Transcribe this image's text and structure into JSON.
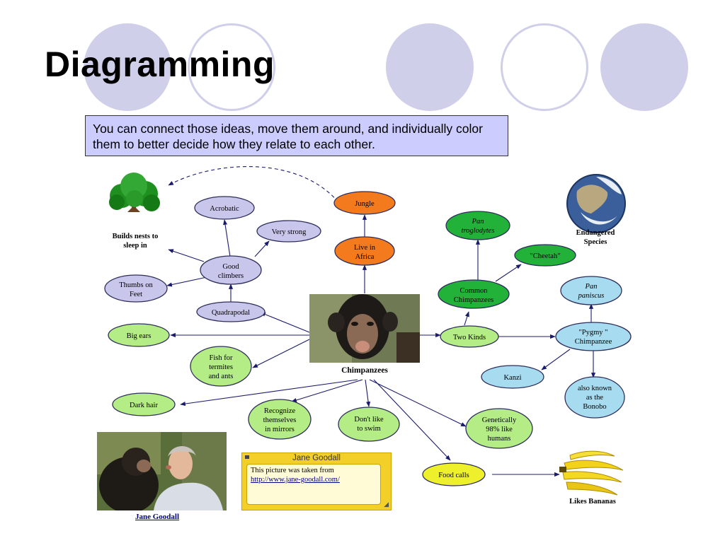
{
  "title": "Diagramming",
  "callout": "You can connect those ideas, move them around, and individually color them to better decide how they relate to each other.",
  "colors": {
    "deco_circle": "#cfcfea",
    "lavender_node": "#c9c6ec",
    "orange_node": "#f47a1e",
    "green_node": "#22b23a",
    "light_green_node": "#b4ec86",
    "light_blue_node": "#a7dbef",
    "yellow_node": "#eef02c",
    "callout_bg": "#ccccff",
    "note_bg": "#f2cf29",
    "arrow": "#1b1b6e"
  },
  "diagram": {
    "center": {
      "label": "Chimpanzees",
      "image": "chimpanzee-photo"
    },
    "nodes": {
      "acrobatic": {
        "lines": [
          "Acrobatic"
        ]
      },
      "very_strong": {
        "lines": [
          "Very strong"
        ]
      },
      "good_climbers": {
        "lines": [
          "Good",
          "climbers"
        ]
      },
      "thumbs_on_feet": {
        "lines": [
          "Thumbs on",
          "Feet"
        ]
      },
      "quadrapodal": {
        "lines": [
          "Quadrapodal"
        ]
      },
      "jungle": {
        "lines": [
          "Jungle"
        ]
      },
      "live_in_africa": {
        "lines": [
          "Live in",
          "Africa"
        ]
      },
      "big_ears": {
        "lines": [
          "Big ears"
        ]
      },
      "fish_for_termites": {
        "lines": [
          "Fish for",
          "termites",
          "and ants"
        ]
      },
      "dark_hair": {
        "lines": [
          "Dark hair"
        ]
      },
      "recognize_themselves": {
        "lines": [
          "Recognize",
          "themselves",
          "in mirrors"
        ]
      },
      "dont_like_to_swim": {
        "lines": [
          "Don't like",
          "to swim"
        ]
      },
      "genetically_98": {
        "lines": [
          "Genetically",
          "98% like",
          "humans"
        ]
      },
      "food_calls": {
        "lines": [
          "Food calls"
        ]
      },
      "two_kinds": {
        "lines": [
          "Two Kinds"
        ]
      },
      "common_chimpanzees": {
        "lines": [
          "Common",
          "Chimpanzees"
        ]
      },
      "pan_troglodytes": {
        "lines": [
          "Pan",
          "troglodytes"
        ]
      },
      "cheetah": {
        "lines": [
          "\"Cheetah\""
        ]
      },
      "pygmy_chimpanzee": {
        "lines": [
          "\"Pygmy \"",
          "Chimpanzee"
        ]
      },
      "pan_paniscus": {
        "lines": [
          "Pan",
          "paniscus"
        ]
      },
      "kanzi": {
        "lines": [
          "Kanzi"
        ]
      },
      "also_known_as_bonobo": {
        "lines": [
          "also known",
          "as the",
          "Bonobo"
        ]
      }
    },
    "image_labels": {
      "builds_nests": [
        "Builds nests to",
        "sleep in"
      ],
      "endangered": [
        "Endangered",
        "Species"
      ],
      "likes_bananas": [
        "Likes Bananas"
      ]
    }
  },
  "photo": {
    "caption": "Jane Goodall"
  },
  "note": {
    "title": "Jane Goodall",
    "text": "This picture was taken from",
    "link": "http://www.jane-goodall.com/"
  }
}
